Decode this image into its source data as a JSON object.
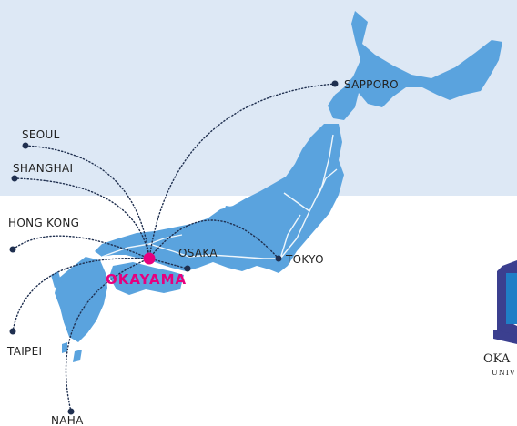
{
  "map": {
    "hub": {
      "label": "OKAYAMA",
      "color": "#e6007e"
    },
    "cities": [
      {
        "id": "sapporo",
        "label": "SAPPORO"
      },
      {
        "id": "osaka",
        "label": "OSAKA"
      },
      {
        "id": "tokyo",
        "label": "TOKYO"
      },
      {
        "id": "seoul",
        "label": "SEOUL"
      },
      {
        "id": "shanghai",
        "label": "SHANGHAI"
      },
      {
        "id": "hongkong",
        "label": "HONG KONG"
      },
      {
        "id": "taipei",
        "label": "TAIPEI"
      },
      {
        "id": "naha",
        "label": "NAHA"
      }
    ],
    "colors": {
      "land": "#5aa3de",
      "sea": "#dde8f5",
      "route": "#1f2f4f",
      "logo_blue": "#1f7ec6",
      "logo_navy": "#3b3f8f"
    }
  },
  "logo": {
    "line1": "OKA",
    "line2": "UNIV"
  }
}
